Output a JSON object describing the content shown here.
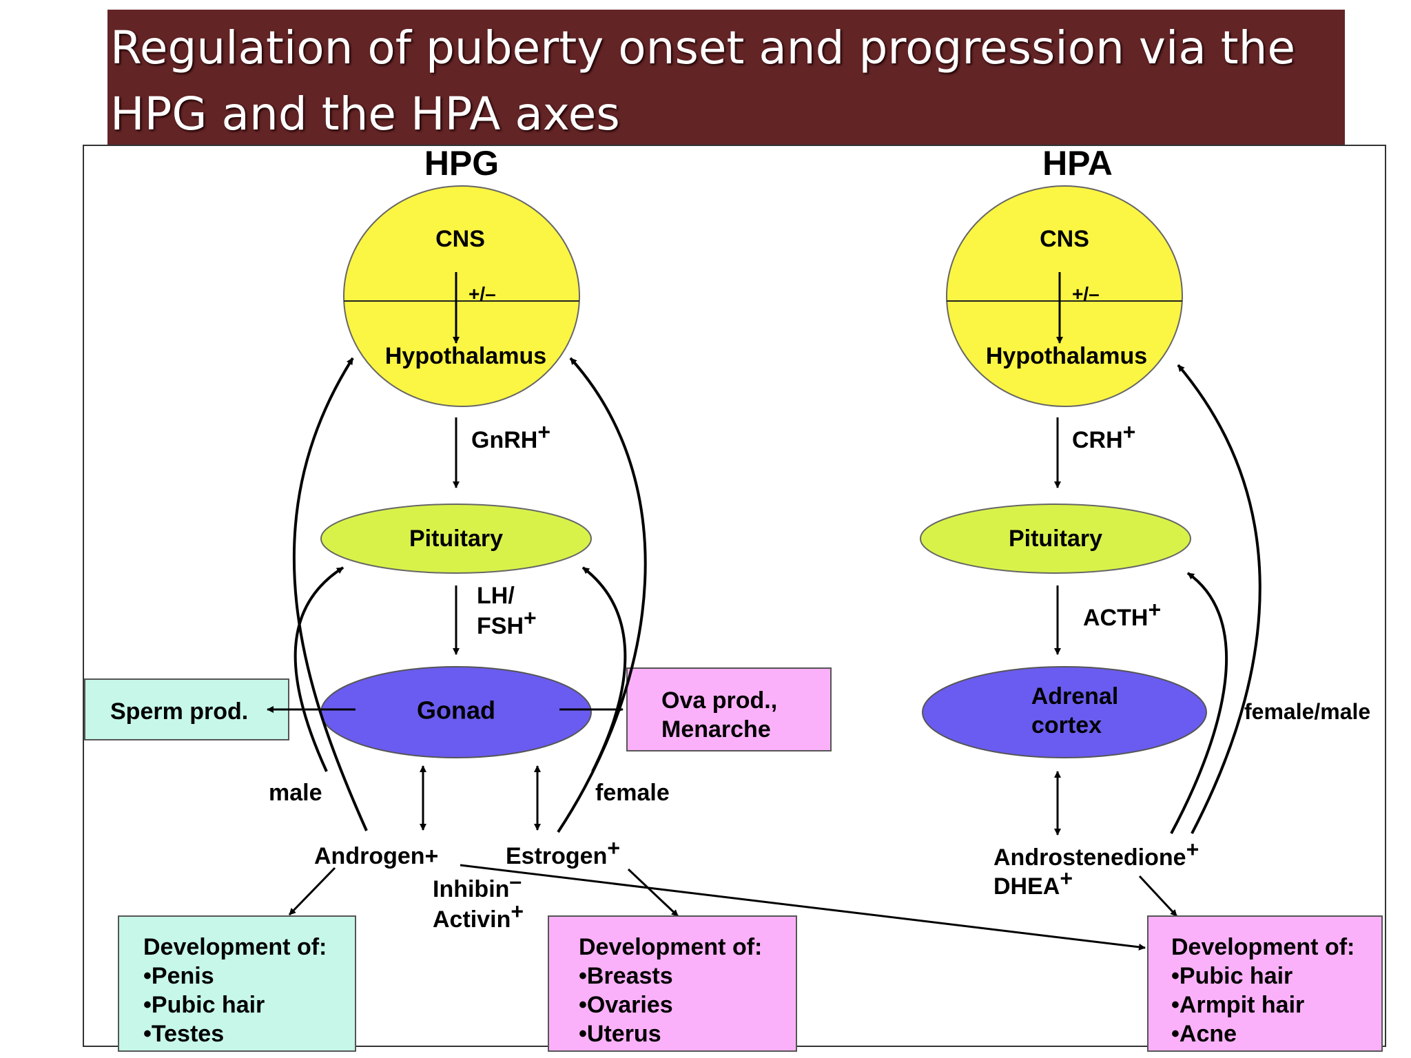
{
  "title": "Regulation of puberty onset and progression via the\nHPG and the HPA axes",
  "colors": {
    "title_bg": "#632426",
    "cns_yellow": "#fbf543",
    "pituitary_green": "#d9f24a",
    "gonad_blue": "#6a5cf0",
    "male_box": "#c6f7e9",
    "female_box": "#fbb1f9"
  },
  "hpg": {
    "heading": "HPG",
    "cns": "CNS",
    "plusminus": "+/–",
    "hypothalamus": "Hypothalamus",
    "gnrh": "GnRH",
    "gnrh_sign": "+",
    "pituitary": "Pituitary",
    "lh": "LH/",
    "fsh": "FSH",
    "fsh_sign": "+",
    "gonad": "Gonad",
    "sperm": "Sperm prod.",
    "ova_line1": "Ova prod.,",
    "ova_line2": "Menarche",
    "male": "male",
    "female": "female",
    "androgen": "Androgen",
    "androgen_sign": "+",
    "estrogen": "Estrogen",
    "estrogen_sign": "+",
    "inhibin": "Inhibin",
    "inhibin_sign": "–",
    "activin": "Activin",
    "activin_sign": "+",
    "male_dev": {
      "title": "Development of:",
      "items": [
        "•Penis",
        "•Pubic hair",
        "•Testes"
      ]
    },
    "female_dev": {
      "title": "Development of:",
      "items": [
        "•Breasts",
        "•Ovaries",
        "•Uterus"
      ]
    }
  },
  "hpa": {
    "heading": "HPA",
    "cns": "CNS",
    "plusminus": "+/–",
    "hypothalamus": "Hypothalamus",
    "crh": "CRH",
    "crh_sign": "+",
    "pituitary": "Pituitary",
    "acth": "ACTH",
    "acth_sign": "+",
    "adrenal_line1": "Adrenal",
    "adrenal_line2": "cortex",
    "female_male": "female/male",
    "androstenedione": "Androstenedione",
    "androstenedione_sign": "+",
    "dhea": "DHEA",
    "dhea_sign": "+",
    "dev": {
      "title": "Development of:",
      "items": [
        "•Pubic hair",
        "•Armpit hair",
        "•Acne"
      ]
    }
  }
}
